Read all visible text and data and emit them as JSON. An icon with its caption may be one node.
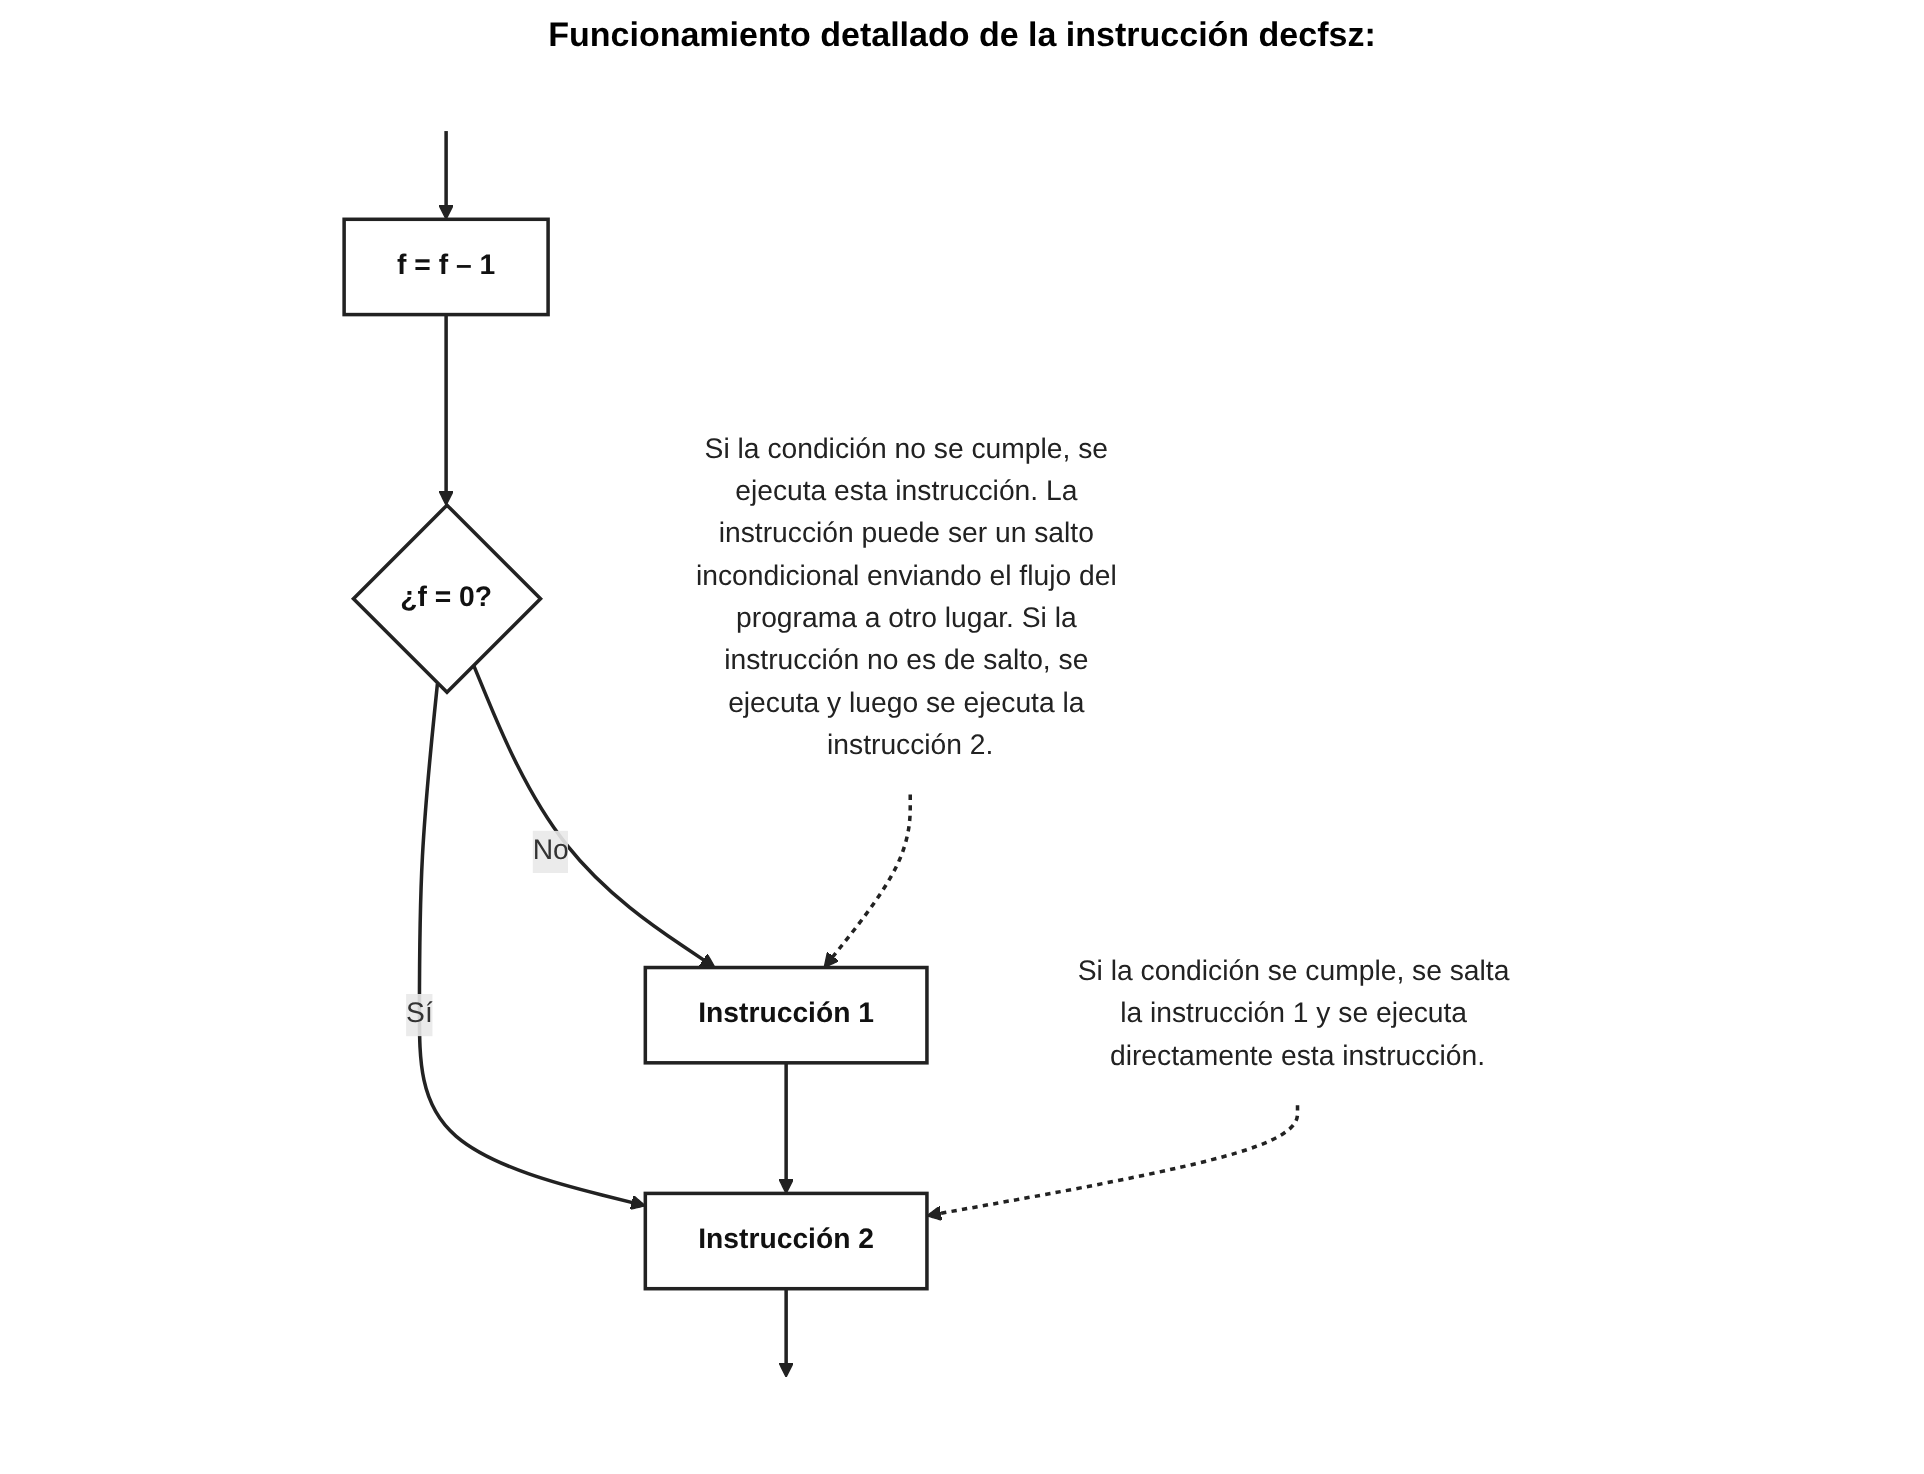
{
  "diagram": {
    "title": "Funcionamiento detallado de la instrucción decfsz:",
    "nodes": [
      {
        "text": [
          "f = f – 1"
        ]
      },
      {
        "text": [
          "¿f = 0?"
        ]
      },
      {
        "text": [
          "Instrucción 1"
        ]
      },
      {
        "text": [
          "Instrucción 2"
        ]
      },
      {
        "text": [
          "Si la condición no se cumple, se ejecuta esta instrucción. La instrucción puede ser un salto incondicional enviando el flujo del programa a otro lugar. Si la instrucción no es de salto, se ejecuta y luego se ejecuta la instrucción 2."
        ]
      },
      {
        "text": [
          "Si la condición se cumple, se salta la instrucción 1 y se ejecuta directamente esta instrucción."
        ]
      }
    ],
    "edges": [
      {
        "from": null,
        "to": 0,
        "arrow": "to"
      },
      {
        "from": 0,
        "to": 1,
        "arrow": "to"
      },
      {
        "from": 1,
        "to": 2,
        "arrow": "to",
        "label": "No"
      },
      {
        "from": 1,
        "to": 3,
        "arrow": "to",
        "label": "Sí"
      },
      {
        "from": 2,
        "to": 3,
        "arrow": "to"
      },
      {
        "from": 3,
        "to": null,
        "arrow": "to"
      },
      {
        "from": 4,
        "to": 2,
        "arrow": "to",
        "style": "dashed"
      },
      {
        "from": 5,
        "to": 3,
        "arrow": "to",
        "style": "dashed"
      }
    ]
  }
}
